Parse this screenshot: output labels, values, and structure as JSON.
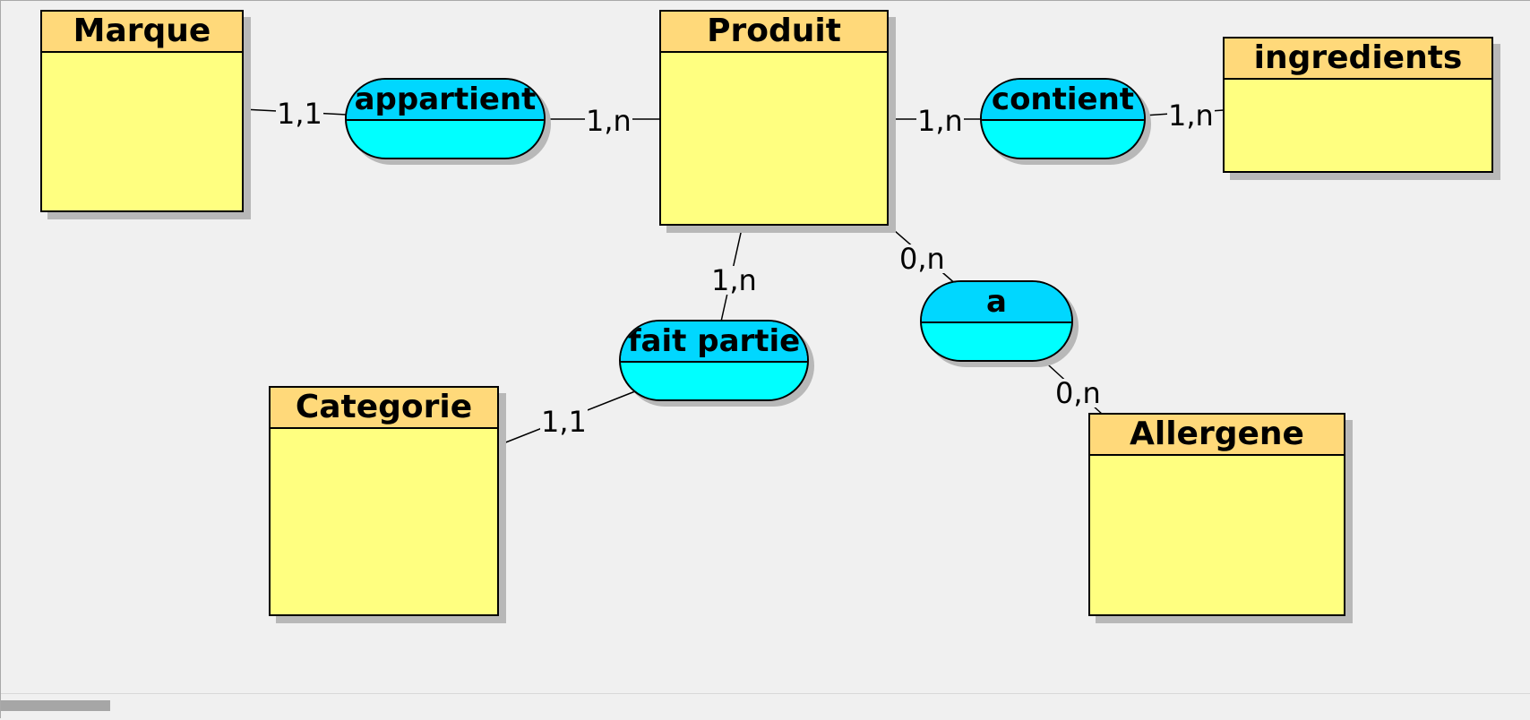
{
  "diagram": {
    "entities": {
      "marque": "Marque",
      "produit": "Produit",
      "ingredients": "ingredients",
      "categorie": "Categorie",
      "allergene": "Allergene"
    },
    "associations": {
      "appartient": "appartient",
      "contient": "contient",
      "fait_partie": "fait partie",
      "a": "a"
    },
    "cardinalities": {
      "marque_appartient": "1,1",
      "produit_appartient": "1,n",
      "produit_contient": "1,n",
      "ingredients_contient": "1,n",
      "produit_fait_partie": "1,n",
      "categorie_fait_partie": "1,1",
      "produit_a": "0,n",
      "allergene_a": "0,n"
    },
    "colors": {
      "entity_body": "#ffff80",
      "entity_header": "#ffd97a",
      "association_body": "#00ffff",
      "association_header": "#00d7ff",
      "canvas": "#f0f0f0"
    }
  }
}
